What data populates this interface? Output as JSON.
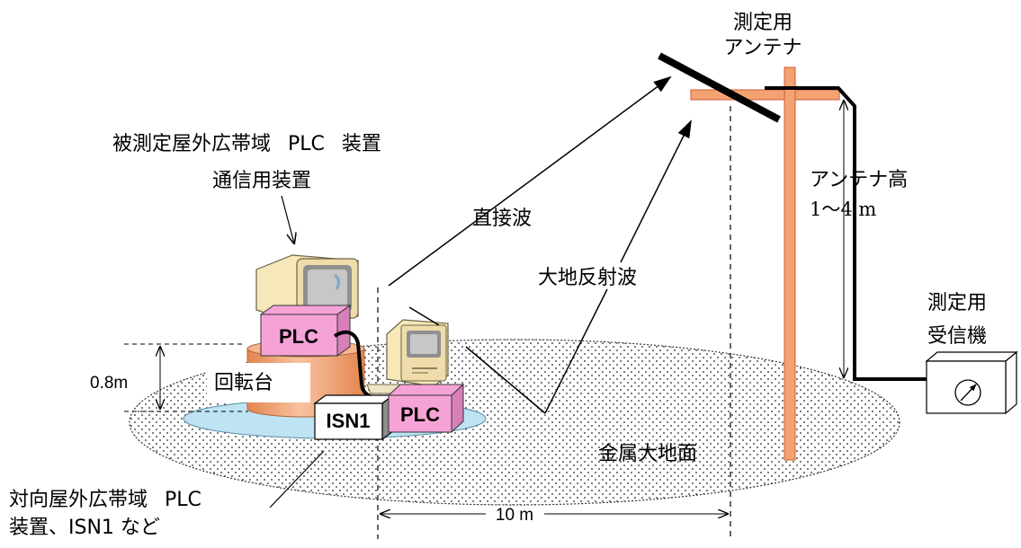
{
  "diagram": {
    "antenna": {
      "label_line1": "測定用",
      "label_line2": "アンテナ"
    },
    "eut": {
      "title": "被測定屋外広帯域 PLC 装置",
      "comm_device": "通信用装置",
      "plc_box": "PLC"
    },
    "waves": {
      "direct": "直接波",
      "ground_reflected": "大地反射波"
    },
    "antenna_height": {
      "label": "アンテナ高",
      "range": "1～4 m"
    },
    "receiver": {
      "label_line1": "測定用",
      "label_line2": "受信機"
    },
    "turntable": {
      "label": "回転台",
      "height": "0.8m"
    },
    "counterpart": {
      "isn_box": "ISN1",
      "plc_box": "PLC",
      "label_line1": "対向屋外広帯域 PLC",
      "label_line2": "装置、ISN1 など"
    },
    "ground_plane": {
      "label": "金属大地面"
    },
    "distance": {
      "label": "10 m"
    }
  },
  "colors": {
    "antenna_pole": "#f5a273",
    "plc_box": "#f5a3d6",
    "turntable_disc": "#bfe3f2",
    "turntable_top": "#f7b690",
    "computer_body": "#f6e8b9",
    "computer_screen": "#c7c7c7"
  },
  "icons": {
    "receiver_meter": "meter-gauge-icon"
  }
}
